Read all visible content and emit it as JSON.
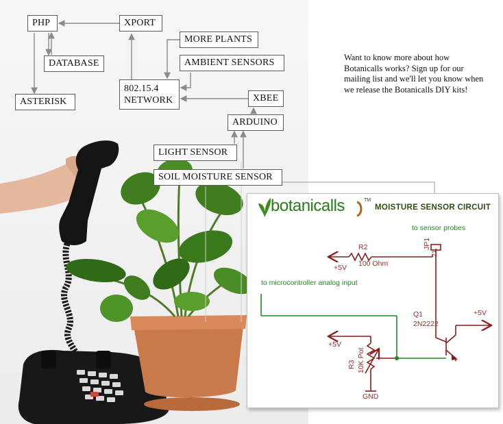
{
  "diagram": {
    "boxes": {
      "php": "PHP",
      "xport": "XPORT",
      "more_plants": "MORE PLANTS",
      "database": "DATABASE",
      "ambient_sensors": "AMBIENT SENSORS",
      "network": "802.15.4 NETWORK",
      "asterisk": "ASTERISK",
      "xbee": "XBEE",
      "arduino": "ARDUINO",
      "light_sensor": "LIGHT SENSOR",
      "soil_moisture_sensor": "SOIL MOISTURE SENSOR"
    }
  },
  "signup_text": "Want to know more about how Botanicalls works? Sign up for our mailing list and we'll let you know when we release the Botanicalls DIY kits!",
  "circuit": {
    "logo_text": "botanicalls",
    "logo_tm": "TM",
    "title": "MOISTURE SENSOR CIRCUIT",
    "labels": {
      "to_sensor_probes": "to sensor probes",
      "jp1": "JP1",
      "jp1_pins": "21",
      "r2": "R2",
      "r2_value": "100 Ohm",
      "plus5v_left": "+5V",
      "to_microcontroller": "to microcontroller analog input",
      "q1": "Q1",
      "q1_part": "2N2222",
      "plus5v_right": "+5V",
      "plus5v_pot": "+5V",
      "r3": "R3",
      "r3_value": "10K Pot",
      "gnd": "GND"
    }
  },
  "colors": {
    "wire_green": "#1f8a1f",
    "component_red": "#8b1a1a",
    "logo_green": "#2c7a1e",
    "title_green": "#2e4d12",
    "diagram_line": "#888888"
  }
}
